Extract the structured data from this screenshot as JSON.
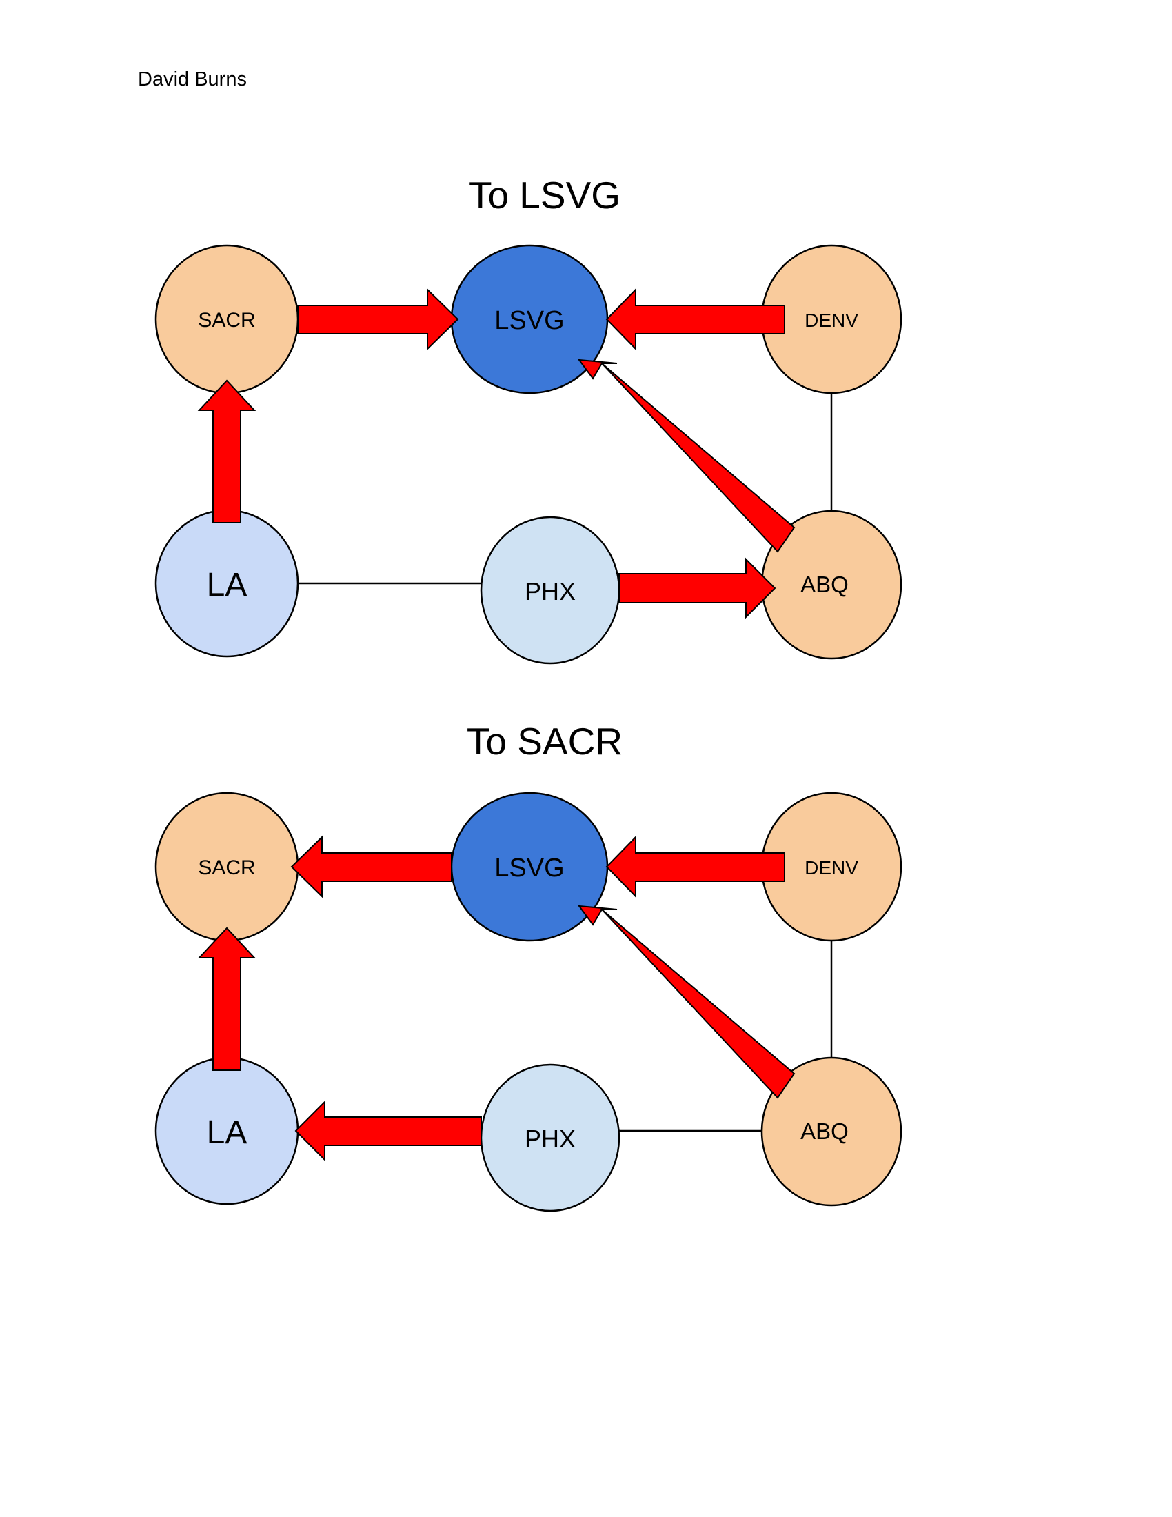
{
  "author": "David Burns",
  "colors": {
    "hub": "#3c78d8",
    "west": "#c9daf8",
    "mid": "#cfe2f3",
    "east": "#f9cb9c",
    "arrow": "#ff0000",
    "edge": "#000000"
  },
  "diagrams": [
    {
      "title": "To LSVG",
      "nodes": [
        {
          "id": "SACR",
          "label": "SACR",
          "color": "east"
        },
        {
          "id": "LSVG",
          "label": "LSVG",
          "color": "hub"
        },
        {
          "id": "DENV",
          "label": "DENV",
          "color": "east"
        },
        {
          "id": "LA",
          "label": "LA",
          "color": "west"
        },
        {
          "id": "PHX",
          "label": "PHX",
          "color": "mid"
        },
        {
          "id": "ABQ",
          "label": "ABQ",
          "color": "east"
        }
      ],
      "links": [
        {
          "from": "SACR",
          "to": "LSVG",
          "directed": true
        },
        {
          "from": "DENV",
          "to": "LSVG",
          "directed": true
        },
        {
          "from": "ABQ",
          "to": "LSVG",
          "directed": true
        },
        {
          "from": "LA",
          "to": "SACR",
          "directed": true
        },
        {
          "from": "PHX",
          "to": "ABQ",
          "directed": true
        },
        {
          "from": "LA",
          "to": "PHX",
          "directed": false
        },
        {
          "from": "DENV",
          "to": "ABQ",
          "directed": false
        }
      ]
    },
    {
      "title": "To SACR",
      "nodes": [
        {
          "id": "SACR",
          "label": "SACR",
          "color": "east"
        },
        {
          "id": "LSVG",
          "label": "LSVG",
          "color": "hub"
        },
        {
          "id": "DENV",
          "label": "DENV",
          "color": "east"
        },
        {
          "id": "LA",
          "label": "LA",
          "color": "west"
        },
        {
          "id": "PHX",
          "label": "PHX",
          "color": "mid"
        },
        {
          "id": "ABQ",
          "label": "ABQ",
          "color": "east"
        }
      ],
      "links": [
        {
          "from": "LSVG",
          "to": "SACR",
          "directed": true
        },
        {
          "from": "DENV",
          "to": "LSVG",
          "directed": true
        },
        {
          "from": "ABQ",
          "to": "LSVG",
          "directed": true
        },
        {
          "from": "LA",
          "to": "SACR",
          "directed": true
        },
        {
          "from": "PHX",
          "to": "LA",
          "directed": true
        },
        {
          "from": "PHX",
          "to": "ABQ",
          "directed": false
        },
        {
          "from": "DENV",
          "to": "ABQ",
          "directed": false
        }
      ]
    }
  ]
}
